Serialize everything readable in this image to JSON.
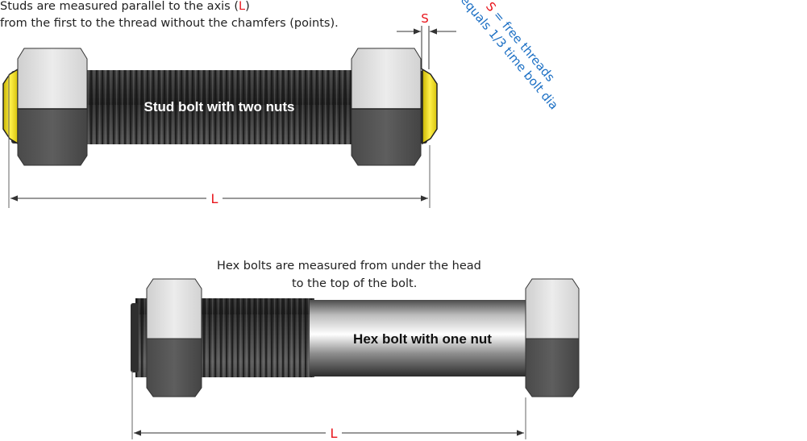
{
  "stud": {
    "caption_line1_pre": "Studs are measured parallel to the axis (",
    "caption_line1_letter": "L",
    "caption_line1_post": ")",
    "caption_line2": "from the first to the thread without the chamfers (points).",
    "label": "Stud bolt with two nuts",
    "dim_L": "L",
    "dim_S": "S",
    "note_letter": "S",
    "note_line1": " = free threads",
    "note_line2": "equals 1/3 time bolt dia"
  },
  "hex": {
    "caption_line1": "Hex bolts are measured from under the head",
    "caption_line2": "to the top of the bolt.",
    "label": "Hex bolt with one nut",
    "dim_L": "L"
  },
  "colors": {
    "accent_red": "#e8141b",
    "note_blue": "#1b6fc4",
    "washer_yellow": "#f2e01a",
    "thread_dark": "#3a3a3a",
    "nut_light": "#e0e0e0",
    "nut_dark": "#555555"
  }
}
